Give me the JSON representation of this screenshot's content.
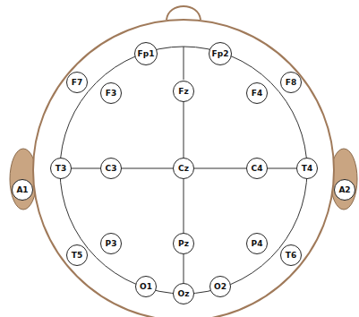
{
  "diagram": {
    "nodes": [
      {
        "text": [
          "Fp1"
        ]
      },
      {
        "text": [
          "Fp2"
        ]
      },
      {
        "text": [
          "F7"
        ]
      },
      {
        "text": [
          "F3"
        ]
      },
      {
        "text": [
          "Fz"
        ]
      },
      {
        "text": [
          "F4"
        ]
      },
      {
        "text": [
          "F8"
        ]
      },
      {
        "text": [
          "A1"
        ]
      },
      {
        "text": [
          "T3"
        ]
      },
      {
        "text": [
          "C3"
        ]
      },
      {
        "text": [
          "Cz"
        ]
      },
      {
        "text": [
          "C4"
        ]
      },
      {
        "text": [
          "T4"
        ]
      },
      {
        "text": [
          "A2"
        ]
      },
      {
        "text": [
          "T5"
        ]
      },
      {
        "text": [
          "P3"
        ]
      },
      {
        "text": [
          "Pz"
        ]
      },
      {
        "text": [
          "P4"
        ]
      },
      {
        "text": [
          "T6"
        ]
      },
      {
        "text": [
          "O1"
        ]
      },
      {
        "text": [
          "Oz"
        ]
      },
      {
        "text": [
          "O2"
        ]
      }
    ],
    "edges": [
      {
        "from": 4,
        "to": 10,
        "arrow": "none"
      },
      {
        "from": 10,
        "to": 16,
        "arrow": "none"
      },
      {
        "from": 16,
        "to": 20,
        "arrow": "none"
      },
      {
        "from": 8,
        "to": 9,
        "arrow": "none"
      },
      {
        "from": 9,
        "to": 10,
        "arrow": "none"
      },
      {
        "from": 10,
        "to": 11,
        "arrow": "none"
      },
      {
        "from": 11,
        "to": 12,
        "arrow": "none"
      }
    ]
  }
}
